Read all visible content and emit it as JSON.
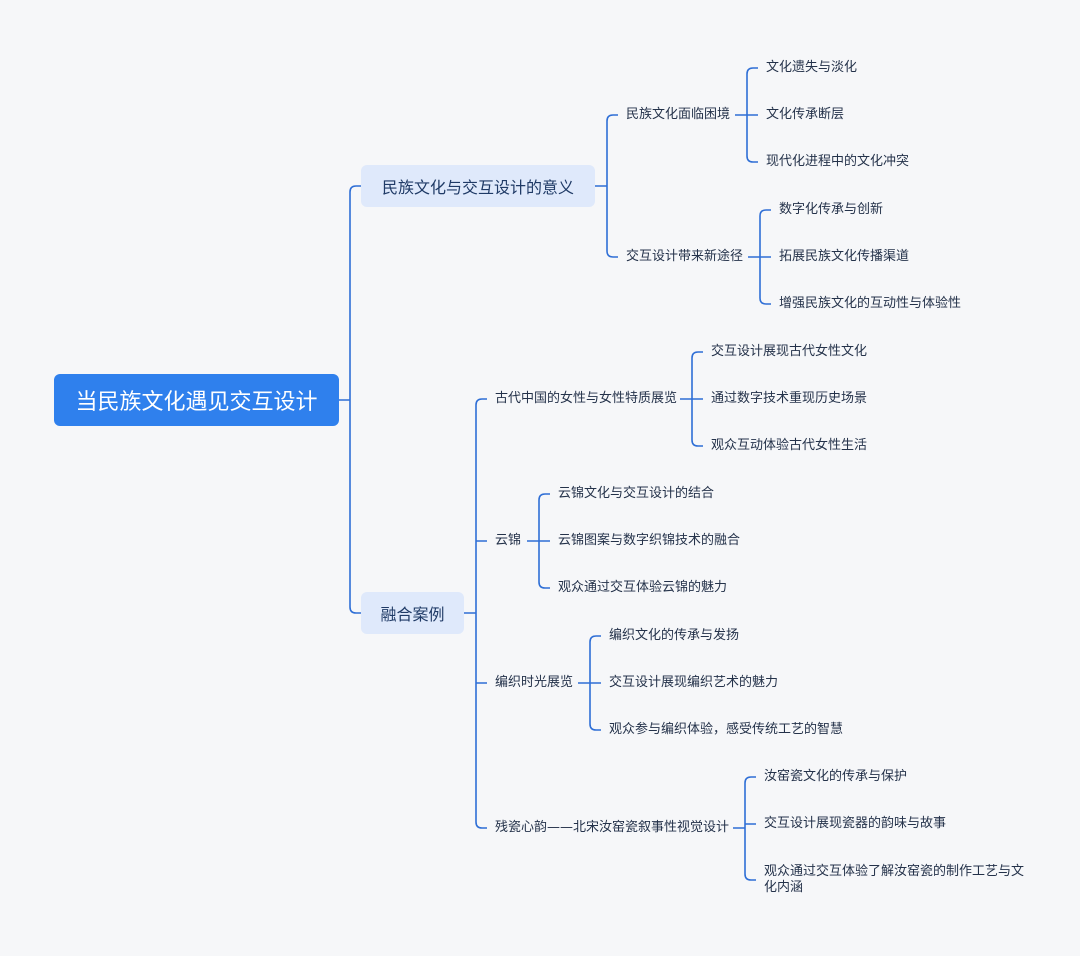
{
  "root": "当民族文化遇见交互设计",
  "branches": [
    {
      "label": "民族文化与交互设计的意义",
      "children": [
        {
          "label": "民族文化面临困境",
          "children": [
            "文化遗失与淡化",
            "文化传承断层",
            "现代化进程中的文化冲突"
          ]
        },
        {
          "label": "交互设计带来新途径",
          "children": [
            "数字化传承与创新",
            "拓展民族文化传播渠道",
            "增强民族文化的互动性与体验性"
          ]
        }
      ]
    },
    {
      "label": "融合案例",
      "children": [
        {
          "label": "古代中国的女性与女性特质展览",
          "children": [
            "交互设计展现古代女性文化",
            "通过数字技术重现历史场景",
            "观众互动体验古代女性生活"
          ]
        },
        {
          "label": "云锦",
          "children": [
            "云锦文化与交互设计的结合",
            "云锦图案与数字织锦技术的融合",
            "观众通过交互体验云锦的魅力"
          ]
        },
        {
          "label": "编织时光展览",
          "children": [
            "编织文化的传承与发扬",
            "交互设计展现编织艺术的魅力",
            "观众参与编织体验，感受传统工艺的智慧"
          ]
        },
        {
          "label": "残瓷心韵——北宋汝窑瓷叙事性视觉设计",
          "children": [
            "汝窑瓷文化的传承与保护",
            "交互设计展现瓷器的韵味与故事",
            "观众通过交互体验了解汝窑瓷的制作工艺与文化内涵"
          ]
        }
      ]
    }
  ],
  "colors": {
    "line": "#2f6fd6",
    "root_bg": "#2f80ed",
    "branch_bg": "#dfe9fb"
  }
}
